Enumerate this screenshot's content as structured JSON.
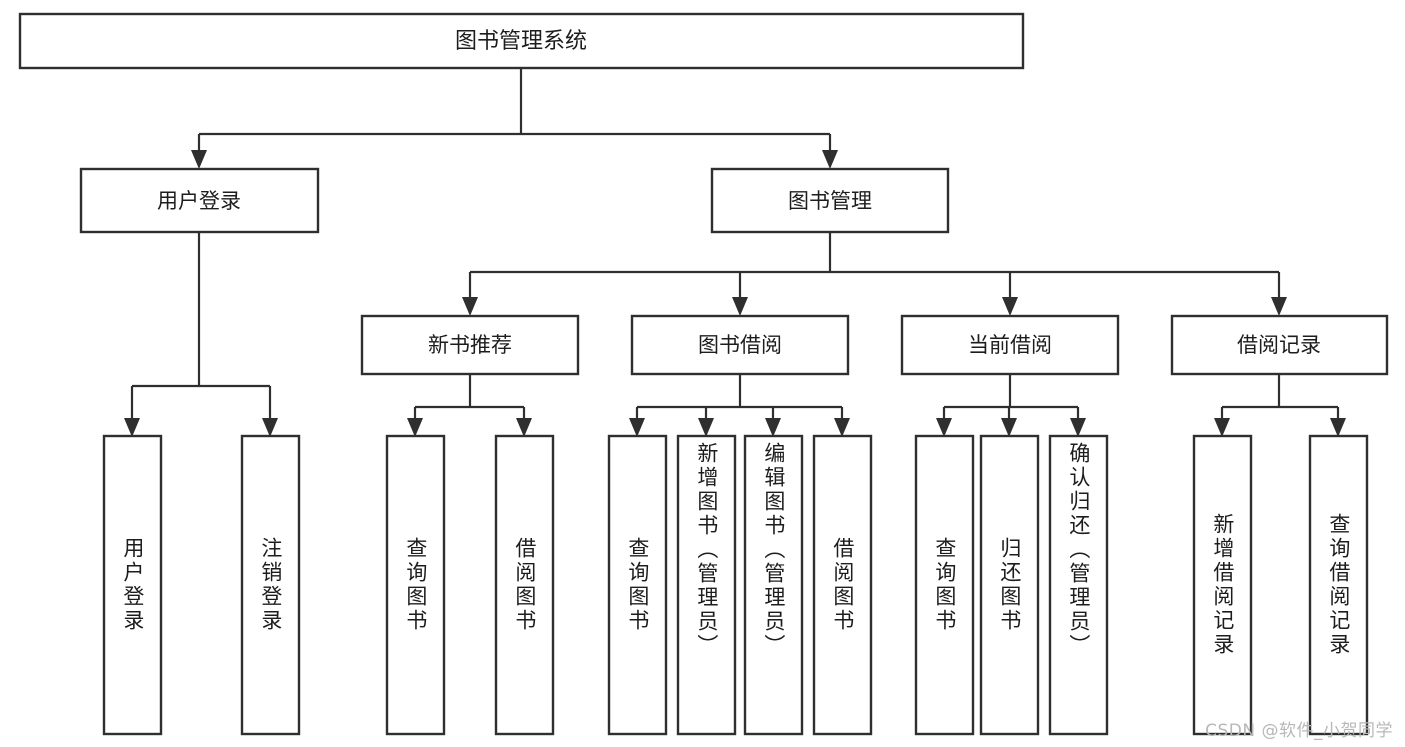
{
  "diagram": {
    "type": "tree-hierarchy",
    "title_node": {
      "label": "图书管理系统"
    },
    "level2": [
      {
        "id": "user-login",
        "label": "用户登录"
      },
      {
        "id": "book-management",
        "label": "图书管理"
      }
    ],
    "level3": [
      {
        "id": "new-book-recommend",
        "label": "新书推荐",
        "parent": "book-management"
      },
      {
        "id": "book-borrow",
        "label": "图书借阅",
        "parent": "book-management"
      },
      {
        "id": "current-borrow",
        "label": "当前借阅",
        "parent": "book-management"
      },
      {
        "id": "borrow-record",
        "label": "借阅记录",
        "parent": "book-management"
      }
    ],
    "leaves": [
      {
        "id": "leaf-user-login",
        "label": "用户登录",
        "parent": "user-login"
      },
      {
        "id": "leaf-logout-login",
        "label": "注销登录",
        "parent": "user-login"
      },
      {
        "id": "leaf-query-books-1",
        "label": "查询图书",
        "parent": "new-book-recommend"
      },
      {
        "id": "leaf-borrow-books-1",
        "label": "借阅图书",
        "parent": "new-book-recommend"
      },
      {
        "id": "leaf-query-books-2",
        "label": "查询图书",
        "parent": "book-borrow"
      },
      {
        "id": "leaf-add-book",
        "label": "新增图书（管理员）",
        "parent": "book-borrow"
      },
      {
        "id": "leaf-edit-book",
        "label": "编辑图书（管理员）",
        "parent": "book-borrow"
      },
      {
        "id": "leaf-borrow-books-2",
        "label": "借阅图书",
        "parent": "book-borrow"
      },
      {
        "id": "leaf-query-books-3",
        "label": "查询图书",
        "parent": "current-borrow"
      },
      {
        "id": "leaf-return-book",
        "label": "归还图书",
        "parent": "current-borrow"
      },
      {
        "id": "leaf-confirm-return",
        "label": "确认归还（管理员）",
        "parent": "current-borrow"
      },
      {
        "id": "leaf-add-record",
        "label": "新增借阅记录",
        "parent": "borrow-record"
      },
      {
        "id": "leaf-query-record",
        "label": "查询借阅记录",
        "parent": "borrow-record"
      }
    ],
    "colors": {
      "box_fill": "#ffffff",
      "box_stroke": "#2f2f2f",
      "connector": "#2f2f2f",
      "text": "#1d1d1d",
      "watermark": "#b8b8b8",
      "background": "#ffffff"
    }
  },
  "watermark": {
    "text": "CSDN @软件_小贺同学"
  }
}
